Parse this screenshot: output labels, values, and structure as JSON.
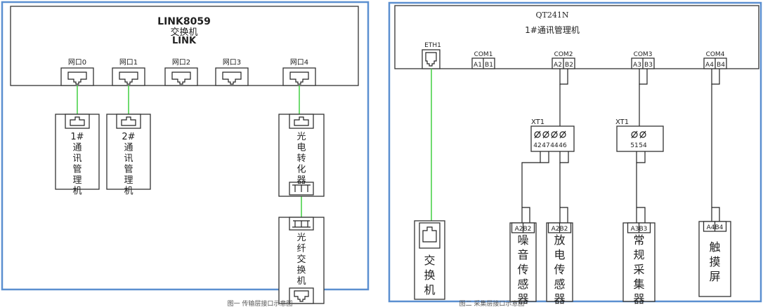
{
  "left_panel": {
    "switch": {
      "model": "LINK8059",
      "name": "交换机",
      "brand": "LINK",
      "ports": [
        "网口0",
        "网口1",
        "网口2",
        "网口3",
        "网口4"
      ]
    },
    "devices": [
      {
        "id": "cm1",
        "label": [
          "1#",
          "通",
          "讯",
          "管",
          "理",
          "机"
        ]
      },
      {
        "id": "cm2",
        "label": [
          "2#",
          "通",
          "讯",
          "管",
          "理",
          "机"
        ]
      },
      {
        "id": "converter",
        "label": [
          "光",
          "电",
          "转",
          "化",
          "器"
        ]
      },
      {
        "id": "fiber_switch",
        "label": [
          "光",
          "纤",
          "交",
          "换",
          "机"
        ]
      }
    ],
    "caption": "图一 传输层接口示意图"
  },
  "right_panel": {
    "manager": {
      "model": "QT241N",
      "name": "1#通讯管理机",
      "eth_label": "ETH1",
      "com_ports": [
        {
          "name": "COM1",
          "pins": [
            "A1",
            "B1"
          ]
        },
        {
          "name": "COM2",
          "pins": [
            "A2",
            "B2"
          ]
        },
        {
          "name": "COM3",
          "pins": [
            "A3",
            "B3"
          ]
        },
        {
          "name": "COM4",
          "pins": [
            "A4",
            "B4"
          ]
        }
      ]
    },
    "terminal_blocks": [
      {
        "label": "XT1",
        "terminals": [
          "42",
          "47",
          "44",
          "46"
        ]
      },
      {
        "label": "XT1",
        "terminals": [
          "51",
          "54"
        ]
      }
    ],
    "devices": [
      {
        "id": "switch",
        "label": [
          "交",
          "换",
          "机"
        ]
      },
      {
        "id": "noise_sensor",
        "pins": "A2B2",
        "label": [
          "噪",
          "音",
          "传",
          "感",
          "器"
        ]
      },
      {
        "id": "discharge_sensor",
        "pins": "A2B2",
        "label": [
          "放",
          "电",
          "传",
          "感",
          "器"
        ]
      },
      {
        "id": "collector",
        "pins": "A3B3",
        "label": [
          "常",
          "规",
          "采",
          "集",
          "器"
        ]
      },
      {
        "id": "touchscreen",
        "pins": "A4B4",
        "label": [
          "触",
          "摸",
          "屏"
        ]
      }
    ],
    "caption": "图二 采集层接口示意图"
  }
}
